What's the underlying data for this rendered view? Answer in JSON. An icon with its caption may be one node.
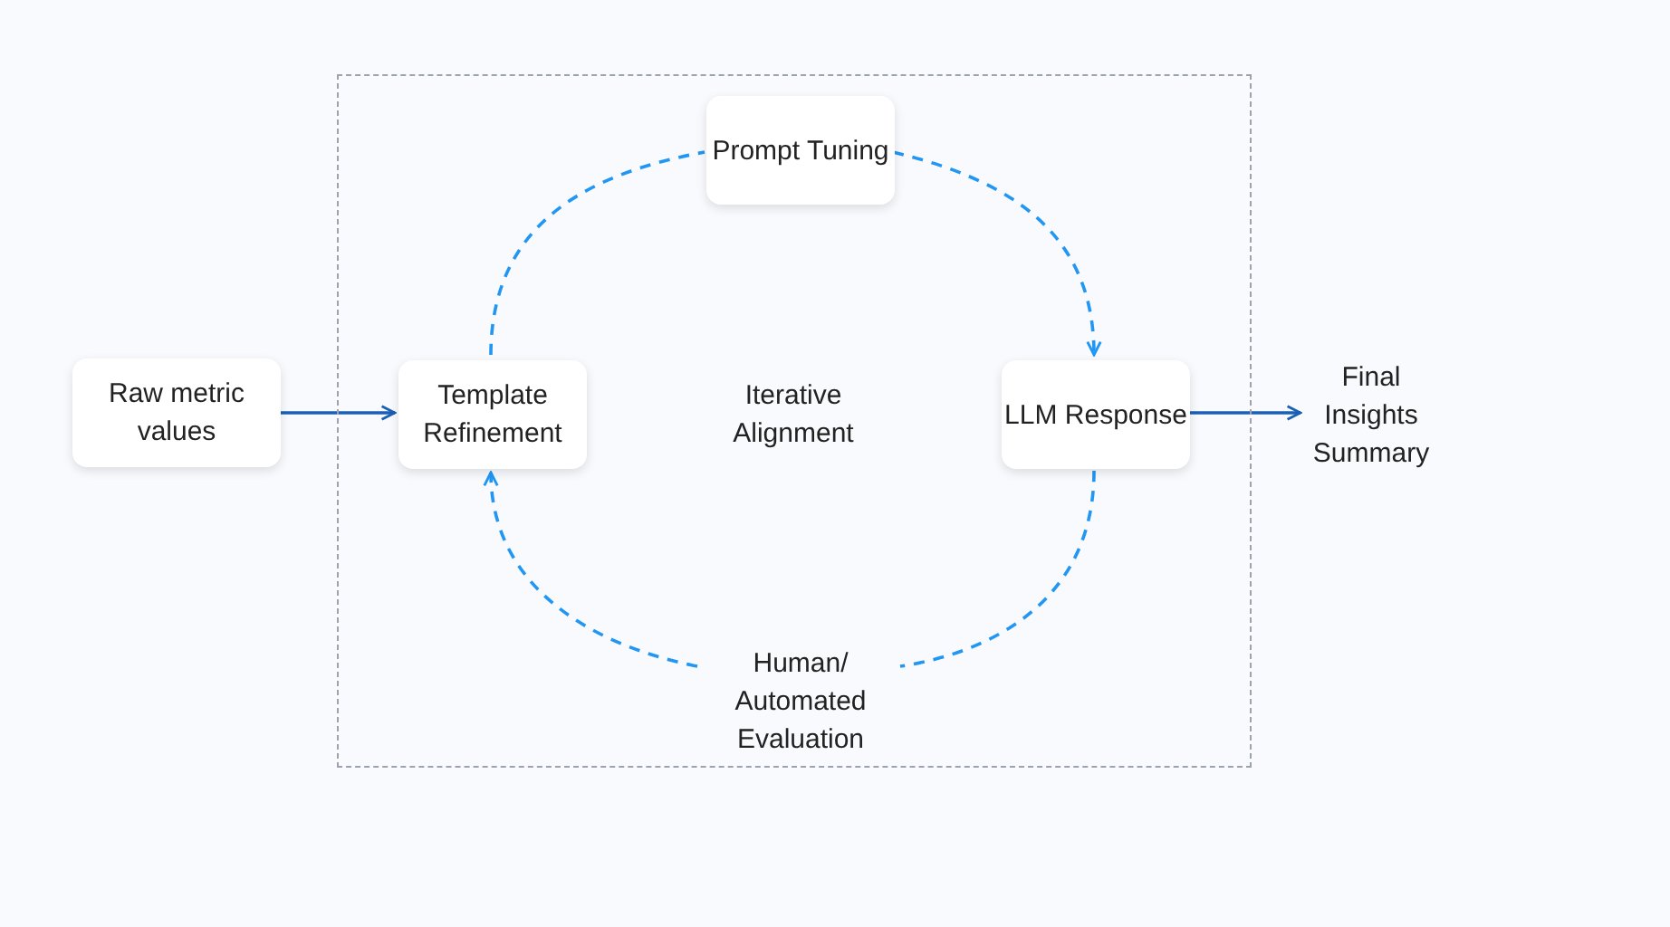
{
  "diagram": {
    "nodes": [
      {
        "text": [],
        "shape": "box"
      },
      {
        "text": [
          "Raw metric values"
        ]
      },
      {
        "text": [
          "Template Refinement"
        ],
        "in": 0
      },
      {
        "text": [
          "Prompt Tuning"
        ],
        "in": 0
      },
      {
        "text": [
          "LLM Response"
        ],
        "in": 0
      },
      {
        "text": [
          "Human/ Automated Evaluation"
        ],
        "in": 0
      },
      {
        "text": [
          "Final Insights Summary"
        ]
      }
    ],
    "edges": [
      {
        "from": 1,
        "to": 2,
        "arrow": "to",
        "color": "#1a5fb4"
      },
      {
        "from": 2,
        "to": 3,
        "arrow": "none",
        "style": "dashed"
      },
      {
        "from": 3,
        "to": 4,
        "arrow": "to",
        "style": "dashed"
      },
      {
        "from": 4,
        "to": 5,
        "arrow": "none",
        "style": "dashed"
      },
      {
        "from": 5,
        "to": 2,
        "arrow": "to",
        "style": "dashed"
      },
      {
        "from": 4,
        "to": 6,
        "arrow": "to",
        "color": "#1a5fb4"
      }
    ],
    "labels": [
      "Iterative Alignment"
    ]
  }
}
